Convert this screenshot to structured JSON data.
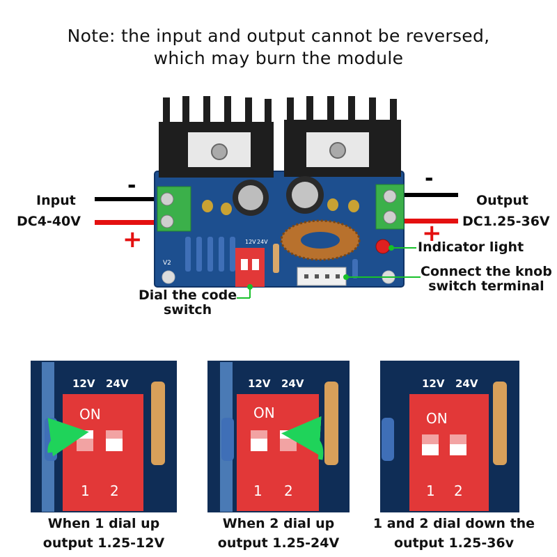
{
  "note": {
    "line1": "Note: the input and output cannot be reversed,",
    "line2": "which may burn the module"
  },
  "input": {
    "label": "Input",
    "voltage": "DC4-40V",
    "minus": "-",
    "plus": "+"
  },
  "output": {
    "label": "Output",
    "voltage": "DC1.25-36V",
    "minus": "-",
    "plus": "+"
  },
  "callouts": {
    "indicator": "Indicator light",
    "knob_line1": "Connect the knob",
    "knob_line2": "switch terminal",
    "dial_line1": "Dial the code",
    "dial_line2": "switch"
  },
  "board_marks": {
    "v12": "12V",
    "v24": "24V",
    "on": "ON",
    "n1": "1",
    "n2": "2",
    "rev": "V2"
  },
  "panels": [
    {
      "line1": "When 1 dial up",
      "line2": "output 1.25-12V"
    },
    {
      "line1": "When 2 dial up",
      "line2": "output 1.25-24V"
    },
    {
      "line1": "1 and 2 dial down the",
      "line2": "output 1.25-36v"
    }
  ],
  "colors": {
    "board": "#1d4f8f",
    "heatsink": "#1e1e1e",
    "dip_switch": "#e23838",
    "wire_red": "#e41010",
    "wire_black": "#000000",
    "callout": "#18c02a",
    "arrow": "#1fd35a",
    "terminal": "#3bb04a"
  }
}
